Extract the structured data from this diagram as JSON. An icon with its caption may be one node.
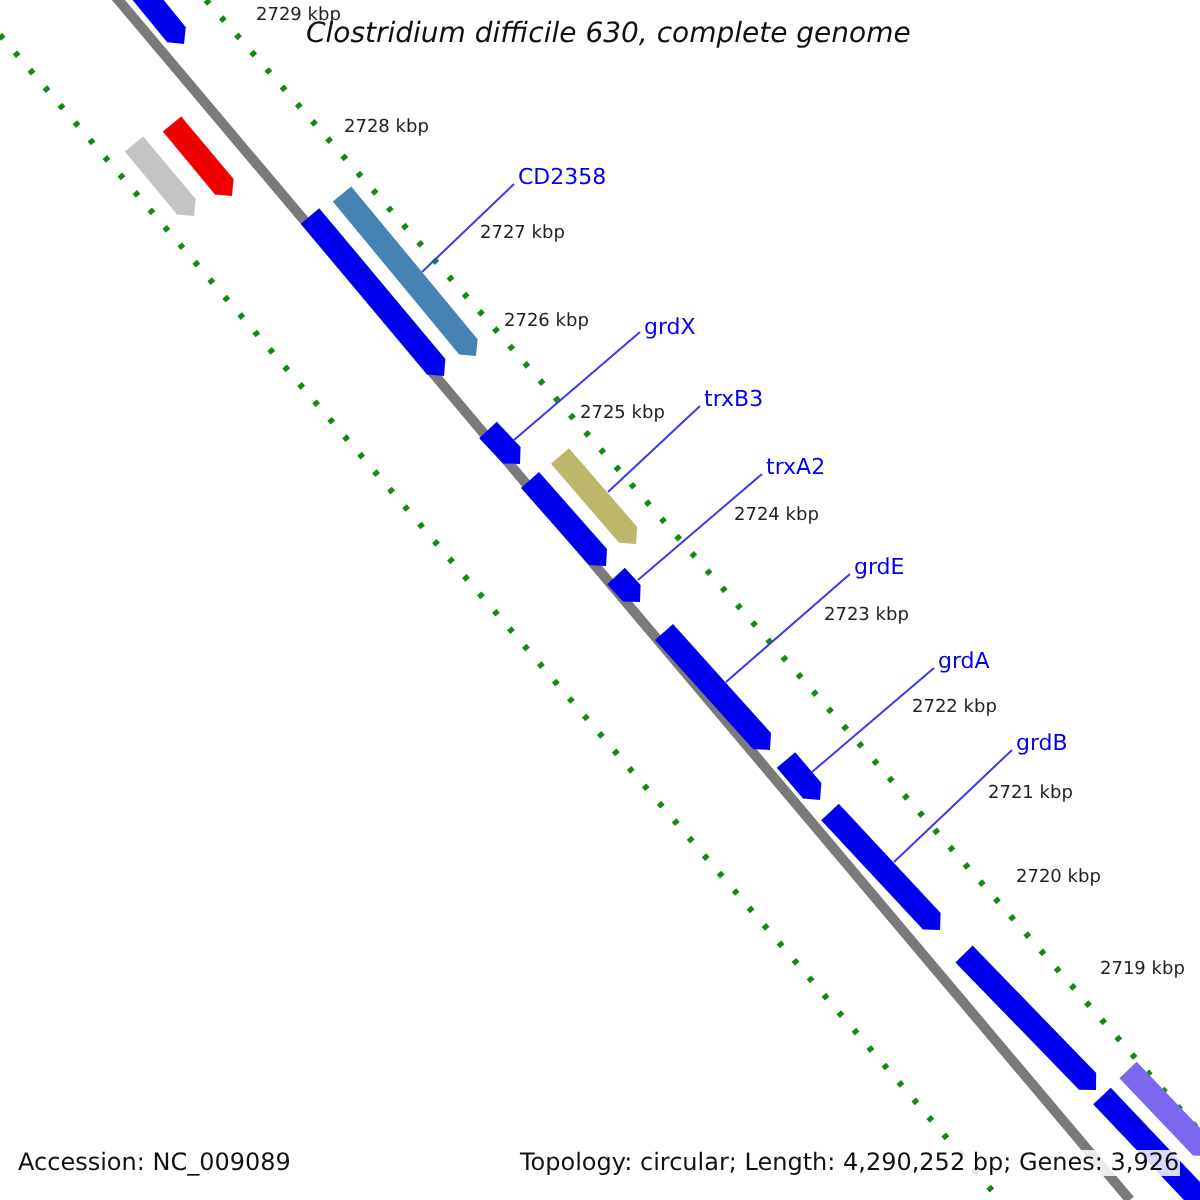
{
  "diagram": {
    "title": "Clostridium difficile 630, complete genome",
    "nodes": [
      {
        "text": [
          "CD2358"
        ]
      },
      {
        "text": [
          "grdX"
        ]
      },
      {
        "text": [
          "trxB3"
        ]
      },
      {
        "text": [
          "trxA2"
        ]
      },
      {
        "text": [
          "grdE"
        ]
      },
      {
        "text": [
          "grdA"
        ]
      },
      {
        "text": [
          "grdB"
        ]
      },
      {
        "text": [],
        "shape": "bar"
      },
      {
        "text": [],
        "shape": "bar"
      },
      {
        "text": [],
        "shape": "bar"
      },
      {
        "text": [],
        "shape": "bar"
      },
      {
        "text": [],
        "shape": "bar"
      },
      {
        "text": [],
        "shape": "bar"
      },
      {
        "text": [],
        "shape": "bar"
      },
      {
        "text": [],
        "shape": "bar"
      },
      {
        "text": [],
        "shape": "bar"
      },
      {
        "text": [],
        "shape": "bar"
      },
      {
        "text": [],
        "shape": "bar"
      },
      {
        "text": [],
        "shape": "bar"
      },
      {
        "text": [],
        "shape": "bar"
      },
      {
        "text": [],
        "shape": "bar"
      },
      {
        "text": [],
        "shape": "bar"
      }
    ],
    "edges": [
      {
        "from": 0,
        "to": 10,
        "arrow": "none"
      },
      {
        "from": 1,
        "to": 12,
        "arrow": "none"
      },
      {
        "from": 2,
        "to": 13,
        "arrow": "none"
      },
      {
        "from": 3,
        "to": 15,
        "arrow": "none"
      },
      {
        "from": 4,
        "to": 16,
        "arrow": "none"
      },
      {
        "from": 5,
        "to": 17,
        "arrow": "none"
      },
      {
        "from": 6,
        "to": 18,
        "arrow": "none"
      }
    ],
    "labels": [
      "2729 kbp",
      "2728 kbp",
      "2727 kbp",
      "2726 kbp",
      "2725 kbp",
      "2724 kbp",
      "2723 kbp",
      "2722 kbp",
      "2721 kbp",
      "2720 kbp",
      "2719 kbp",
      "Accession: NC_009089",
      "Topology: circular; Length: 4,290,252 bp; Genes: 3,926"
    ]
  }
}
